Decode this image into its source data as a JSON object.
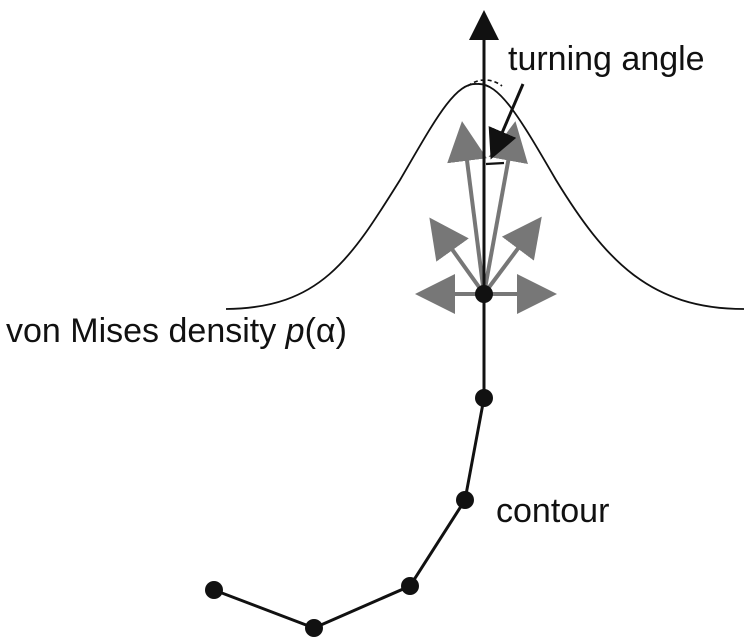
{
  "labels": {
    "turning_angle": "turning angle",
    "density_prefix": "von Mises density ",
    "density_variable": "p",
    "density_argument": "(α)",
    "contour": "contour"
  },
  "colors": {
    "primary": "#111111",
    "proposal_arrows": "#777777",
    "background": "#ffffff"
  }
}
